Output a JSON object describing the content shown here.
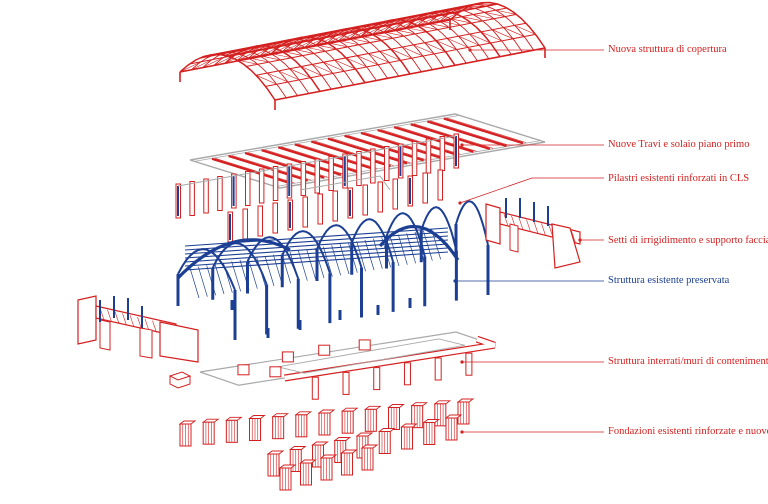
{
  "colors": {
    "new": "#d42020",
    "existing": "#1c3f94",
    "grey": "#a9a9a9"
  },
  "labels": {
    "copertura": "Nuova struttura di copertura",
    "travi": "Nuove Travi e solaio piano primo",
    "pilastri": "Pilastri esistenti rinforzati in CLS",
    "setti": "Setti di irrigidimento e supporto facciate",
    "esistente": "Struttura esistente preservata",
    "interrati": "Struttura interrati/muri di contenimento",
    "fondazioni": "Fondazioni esistenti rinforzate e nuove"
  }
}
